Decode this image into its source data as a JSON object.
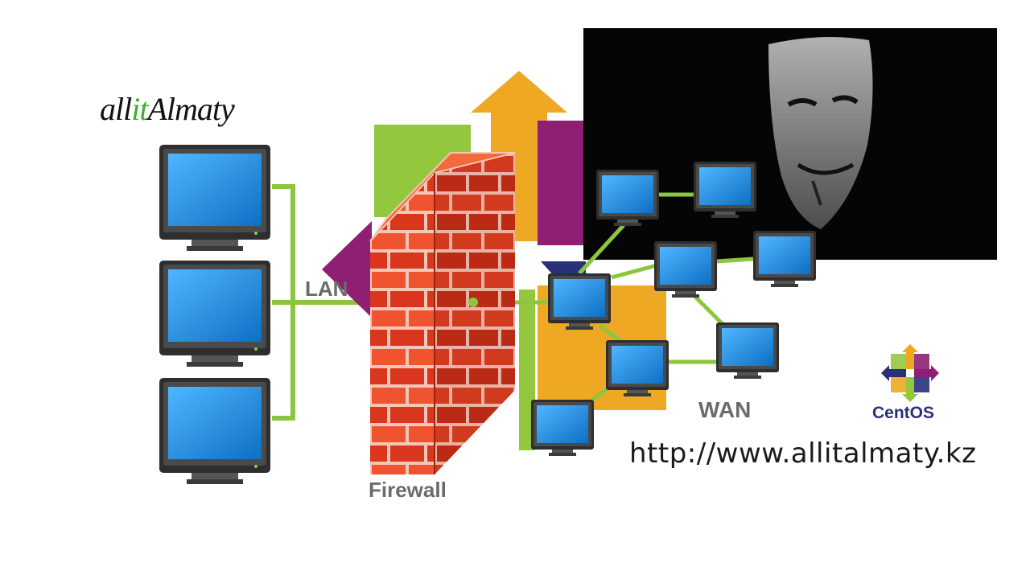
{
  "brand": {
    "part1": "all",
    "part2": "it",
    "part3": "Almaty"
  },
  "labels": {
    "lan": "LAN",
    "firewall": "Firewall",
    "wan": "WAN"
  },
  "url": "http://www.allitalmaty.kz",
  "centos": "CentOS",
  "colors": {
    "link": "#8cc63f",
    "brand_accent": "#3fae2a",
    "brick": "#e8432a",
    "screen": "#1a8fe0",
    "monitor_frame": "#3c3c3c",
    "centos_text": "#2a2f7a"
  },
  "icons": [
    "monitor-icon",
    "firewall-wall-icon",
    "mask-face-icon",
    "centos-logo-icon"
  ]
}
